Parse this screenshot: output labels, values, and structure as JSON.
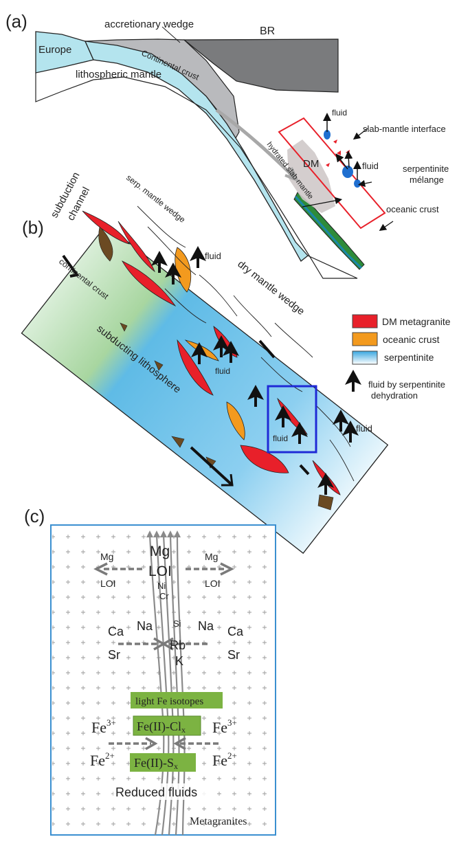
{
  "panels": {
    "a": {
      "label": "(a)",
      "labels": {
        "accretionary_wedge": "accretionary wedge",
        "br": "BR",
        "europe": "Europe",
        "continental_crust": "Continental crust",
        "lithospheric_mantle": "lithospheric mantle",
        "fluid_top": "fluid",
        "slab_mantle_interface": "slab-mantle interface",
        "dm": "DM",
        "fluid_mid": "fluid",
        "serpentinite_line1": "serpentinite",
        "serpentinite_line2": "mélange",
        "hydrated_slab_mantle": "hydrated slab mantle",
        "oceanic_crust": "oceanic crust"
      }
    },
    "b": {
      "label": "(b)",
      "labels": {
        "subduction_line1": "subduction",
        "subduction_line2": "channel",
        "serp_mantle_wedge": "serp. mantle wedge",
        "fluid_1": "fluid",
        "dry_mantle_wedge": "dry mantle wedge",
        "continental_crust": "continental crust",
        "subducting_lithosphere": "subducting lithosphere",
        "fluid_2": "fluid",
        "fluid_3": "fluid",
        "fluid_4": "fluid"
      },
      "legend": [
        {
          "label": "DM metagranite",
          "color": "#e8202a"
        },
        {
          "label": "oceanic crust",
          "color": "#f39a1e"
        },
        {
          "label": "serpentinite",
          "color": "#4fb3e6"
        }
      ],
      "legend_arrow_line1": "fluid by serpentinite",
      "legend_arrow_line2": "dehydration"
    },
    "c": {
      "label": "(c)",
      "top": {
        "center_mg": "Mg",
        "center_loi": "LOI",
        "center_ni": "Ni",
        "center_cr": "Cr",
        "left_mg": "Mg",
        "left_loi": "LOI",
        "right_mg": "Mg",
        "right_loi": "LOI"
      },
      "middle": {
        "left_ca": "Ca",
        "left_sr": "Sr",
        "left_na": "Na",
        "si": "Si",
        "right_na": "Na",
        "rb": "Rb",
        "k": "K",
        "right_ca": "Ca",
        "right_sr": "Sr"
      },
      "boxes": {
        "light_fe": "light Fe isotopes",
        "fe_cl": "Fe(II)-Cl",
        "fe_cl_sub": "x",
        "fe_s": "Fe(II)-S",
        "fe_s_sub": "x"
      },
      "iron": {
        "fe": "Fe",
        "sup3": "3+",
        "sup2": "2+"
      },
      "reduced_fluids": "Reduced fluids",
      "metagranites": "Metagranites"
    }
  },
  "colors": {
    "light_blue": "#b4e4ee",
    "gray_wedge": "#b9babd",
    "dark_gray_br": "#7a7b7d",
    "red": "#e8202a",
    "orange": "#f39a1e",
    "serp_blue": "#5bbbe8",
    "green": "#2e8b3a",
    "teal": "#1a87a8",
    "box_green": "#7cb342",
    "blue_box": "#1f2ad6",
    "panel_c_border": "#3a8fd0",
    "fe_blue": "#2233cc",
    "text_red": "#e02c2c",
    "arrow_gray": "#777777",
    "brown": "#6b4a22"
  }
}
